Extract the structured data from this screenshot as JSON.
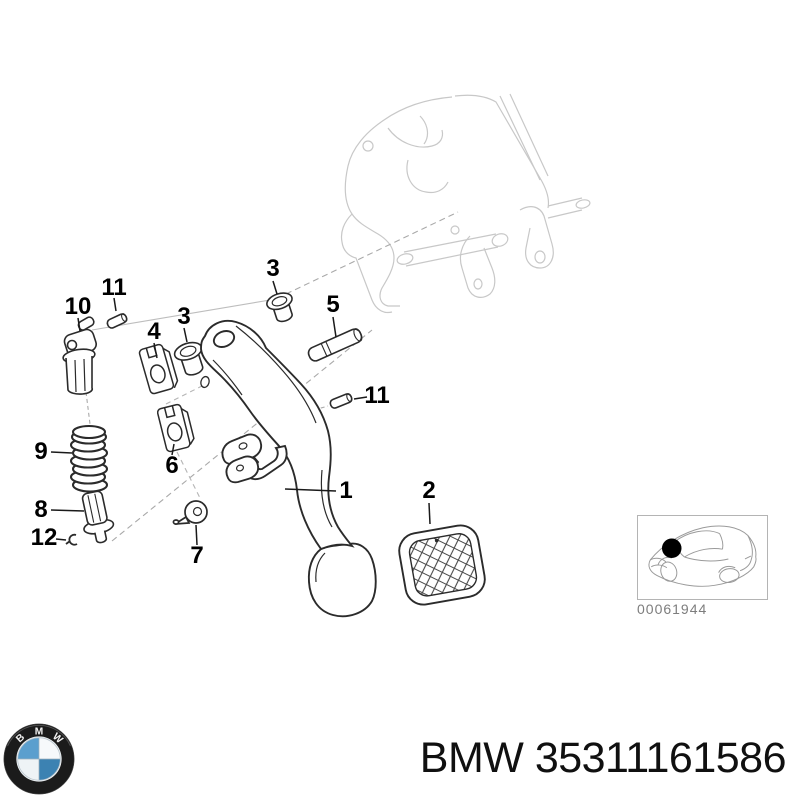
{
  "diagram": {
    "callouts": [
      {
        "label": "1"
      },
      {
        "label": "2"
      },
      {
        "label": "3"
      },
      {
        "label": "3"
      },
      {
        "label": "4"
      },
      {
        "label": "5"
      },
      {
        "label": "6"
      },
      {
        "label": "7"
      },
      {
        "label": "8"
      },
      {
        "label": "9"
      },
      {
        "label": "10"
      },
      {
        "label": "11"
      },
      {
        "label": "11"
      },
      {
        "label": "12"
      }
    ],
    "thumbnail": {
      "image_number": "00061944"
    }
  },
  "footer": {
    "part_label": "BMW 35311161586",
    "logo_letters": [
      "B",
      "M",
      "W"
    ]
  },
  "colors": {
    "bmw_blue_light": "#5b9fce",
    "bmw_blue_dark": "#3c82b2",
    "line_dark": "#2b2b2b",
    "line_faint": "#c8c8c8"
  }
}
